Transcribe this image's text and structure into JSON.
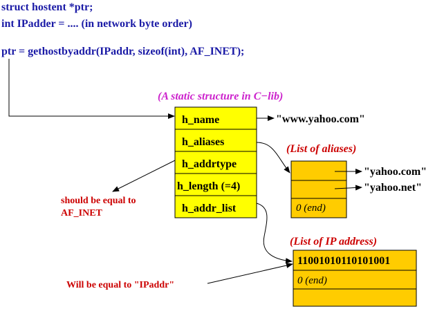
{
  "colors": {
    "code": "#1a1aa6",
    "struct_fill": "#ffff00",
    "list_fill": "#ffcc00",
    "note_red": "#cc0000",
    "title_magenta": "#cc22cc"
  },
  "code": {
    "line1": "struct hostent *ptr;",
    "line2": "int IPadder = .... (in network byte order)",
    "line3": "ptr = gethostbyaddr(IPaddr, sizeof(int), AF_INET);"
  },
  "hostent": {
    "title": "(A static structure in C−lib)",
    "fields": [
      "h_name",
      "h_aliases",
      "h_addrtype",
      "h_length (=4)",
      "h_addr_list"
    ]
  },
  "name_value": "\"www.yahoo.com\"",
  "aliases": {
    "title": "(List of aliases)",
    "values": [
      "\"yahoo.com\"",
      "\"yahoo.net\""
    ],
    "end": "0 (end)"
  },
  "addrtype_note": [
    "should be equal to",
    "AF_INET"
  ],
  "addresses": {
    "title": "(List of IP address)",
    "value": "11001010110101001",
    "end": "0 (end)"
  },
  "ipaddr_note": "Will be equal to \"IPaddr\""
}
